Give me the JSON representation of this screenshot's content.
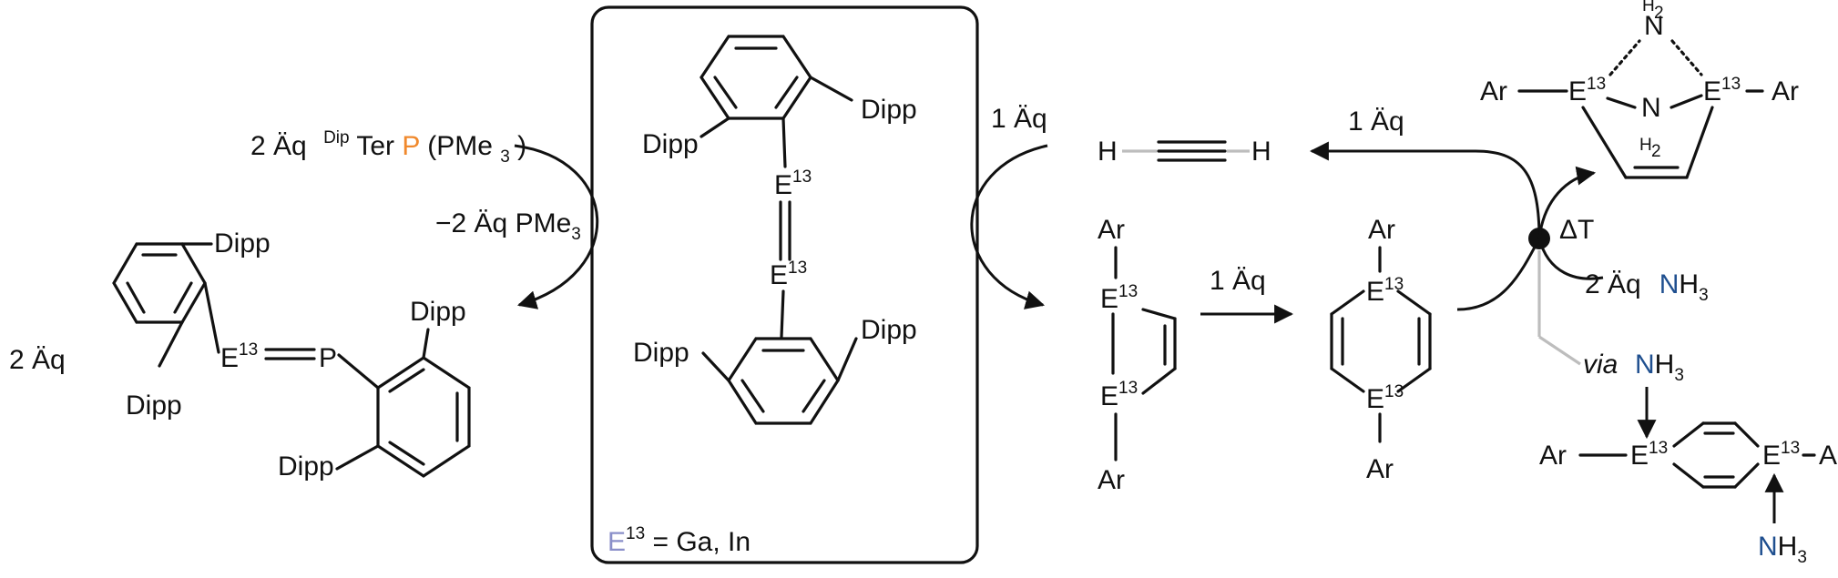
{
  "colors": {
    "group13_element": "#8a8fc9",
    "phosphorus": "#f0892d",
    "nitrogen": "#1f4f8f",
    "ghost": "#bdbdbd",
    "ink": "#111111"
  },
  "reagents": {
    "phosphinidene_coefficient": "2 Äq",
    "phosphinidene_ter_sup": "Dip",
    "phosphinidene_ter": "Ter",
    "phosphinidene_P": "P",
    "phosphinidene_pme3": "(PMe",
    "phosphinidene_pme3_sub": "3",
    "phosphinidene_close": ")",
    "byproduct": "−2 Äq PMe",
    "byproduct_sub": "3",
    "product_coefficient": "2 Äq",
    "acetylene_equiv": "1 Äq",
    "acetylene_equiv_2": "1 Äq",
    "isomerization_equiv": "1 Äq",
    "heat": "ΔT",
    "ammonia_equiv": "2 Äq",
    "via": "via"
  },
  "atoms": {
    "E": "E",
    "E_sup": "13",
    "P": "P",
    "N": "N",
    "H": "H",
    "H2": "H",
    "H2_sub": "2",
    "NH3_N": "N",
    "NH3_H": "H",
    "NH3_sub": "3",
    "ar": "Ar",
    "dipp": "Dipp"
  },
  "box_legend": {
    "element": "E",
    "sup": "13",
    "text": " = Ga, In"
  }
}
